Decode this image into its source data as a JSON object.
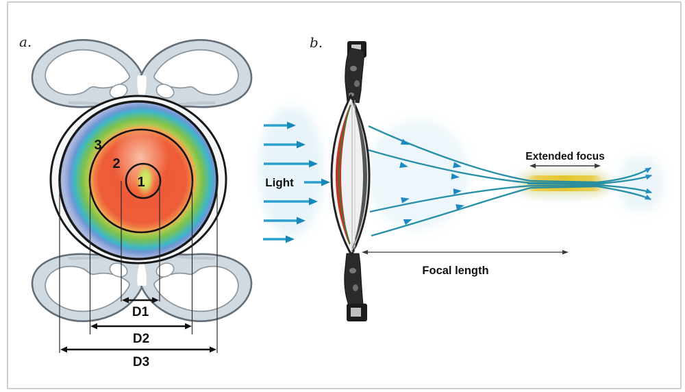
{
  "figure_labels": {
    "panel_a": "a.",
    "panel_b": "b."
  },
  "panel_a": {
    "zone_labels": [
      "3",
      "2",
      "1"
    ],
    "dimension_labels": [
      "D1",
      "D2",
      "D3"
    ]
  },
  "panel_b": {
    "light": "Light",
    "extended_focus": "Extended focus",
    "focal_length": "Focal length"
  },
  "colors": {
    "frame_border": "#cfcfcf",
    "haptic_fill": "#d2dae1",
    "haptic_outline": "#646e78",
    "optic_ring": "#17191b",
    "heat_red": "#ee5a38",
    "heat_green": "#7dc24c",
    "heat_blue": "#8fa8da",
    "heat_center_green": "#cde26a",
    "light_arrow_blue": "#2aa0d0",
    "ray_teal": "#1f8ba3",
    "focus_band_yellow": "#e4c52f",
    "dimension_black": "#2b2b2b",
    "lens_red_layer": "#c13524",
    "lens_green_layer": "#2f7d3c"
  }
}
